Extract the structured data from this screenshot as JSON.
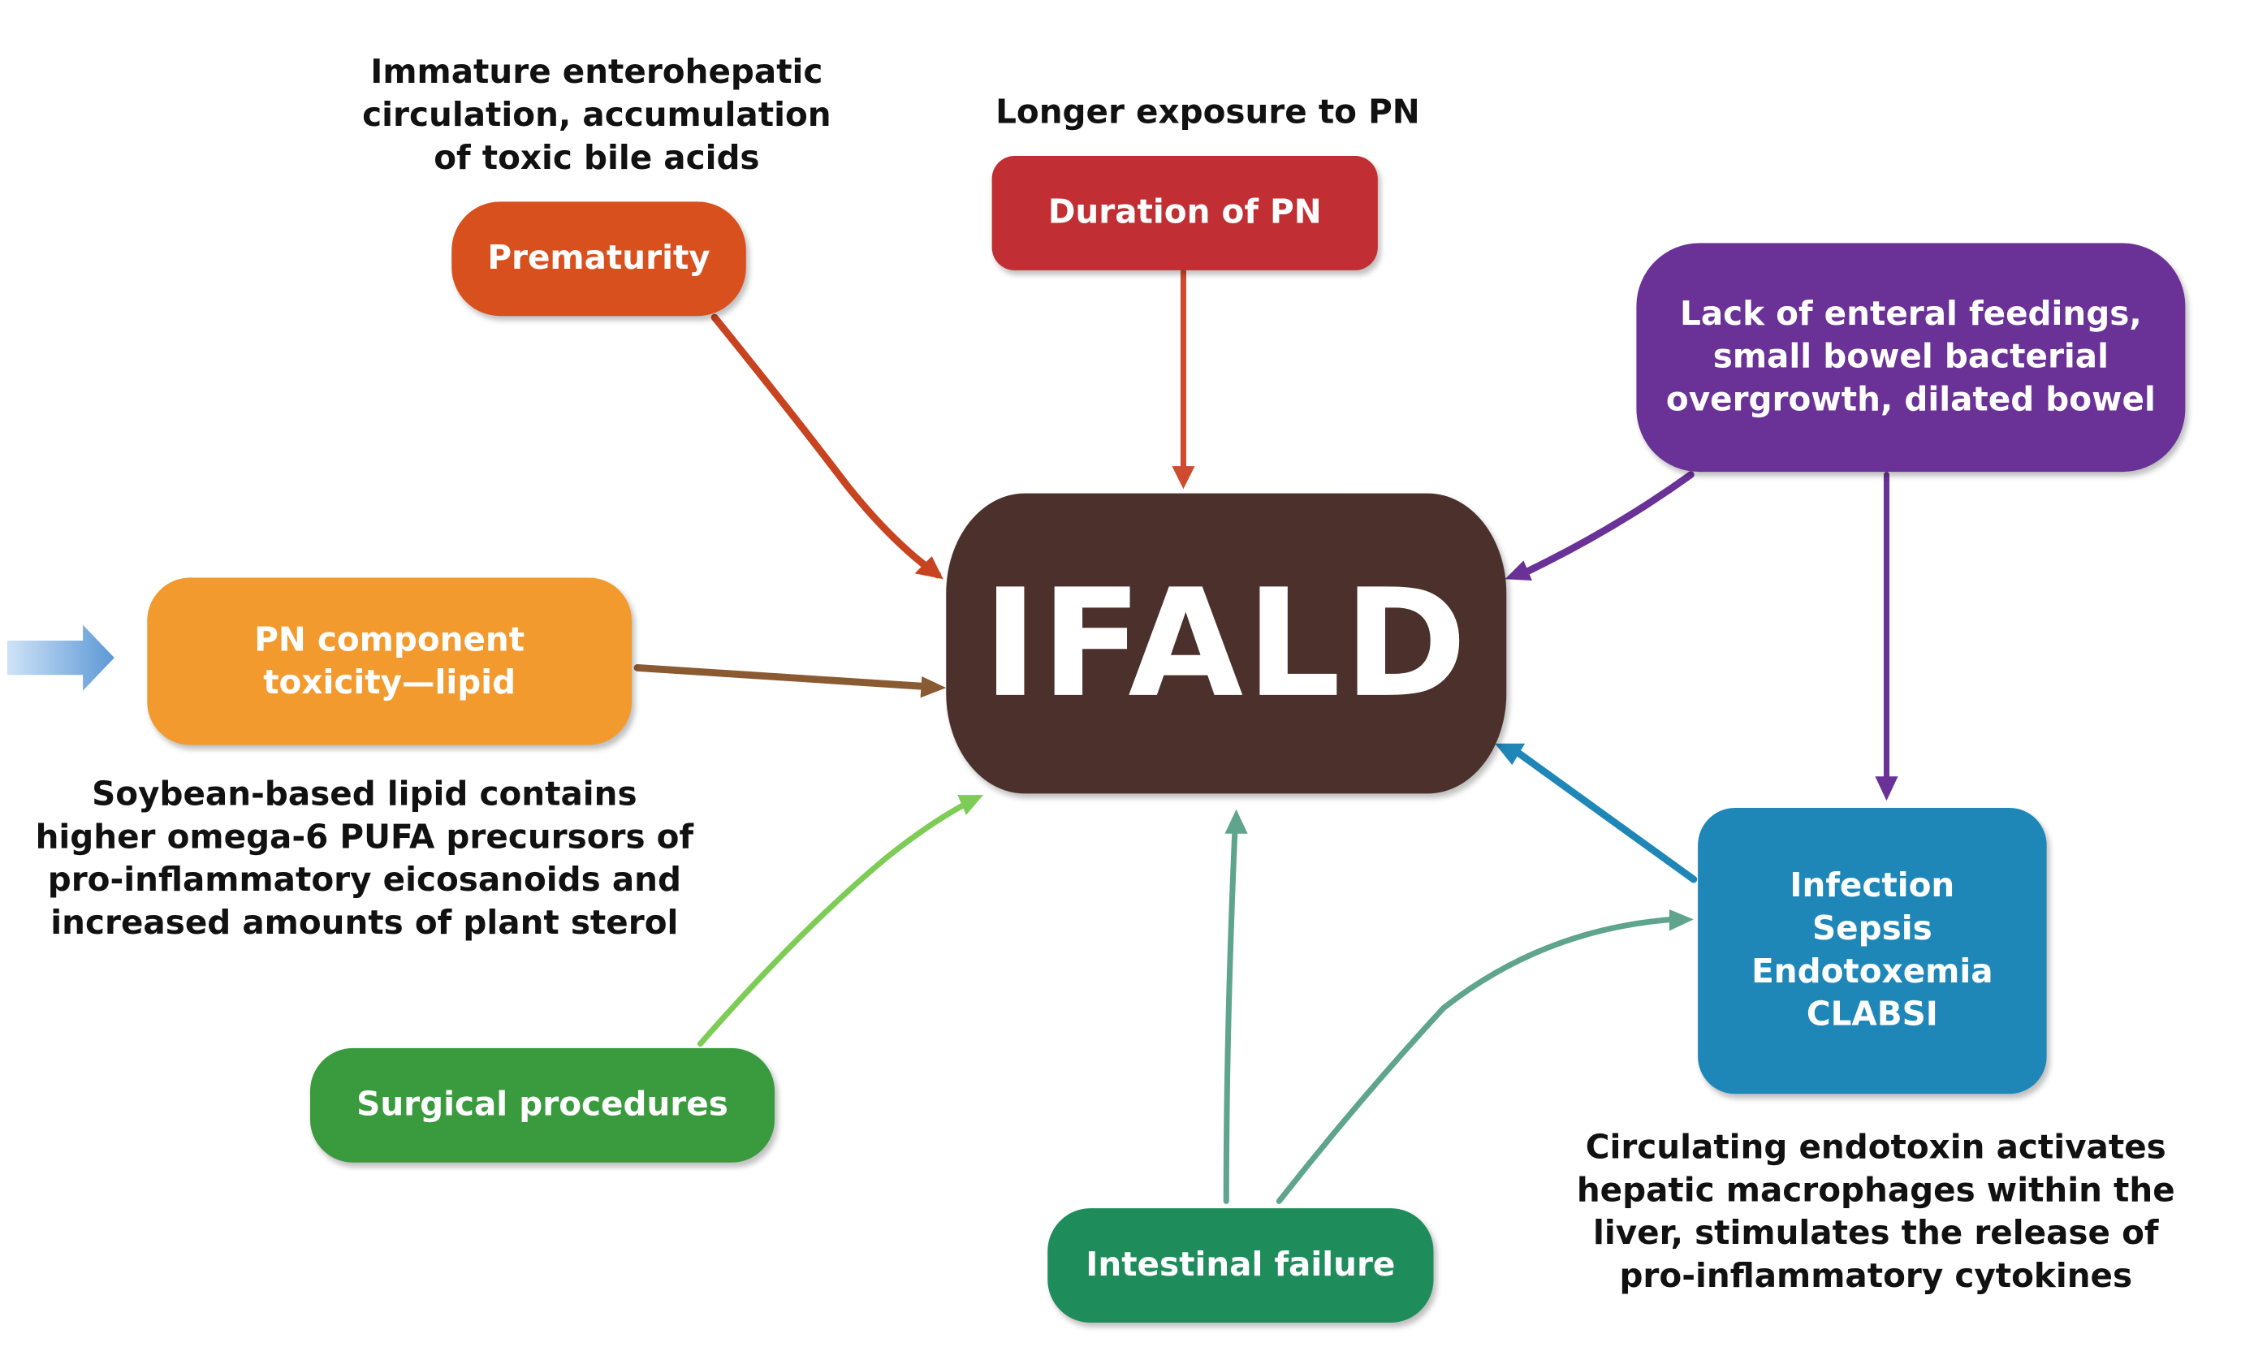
{
  "center": {
    "label": "IFALD",
    "color": "#4b302b"
  },
  "factors": {
    "prematurity": {
      "label": "Prematurity",
      "color": "#d9501f",
      "note": [
        "Immature enterohepatic",
        "circulation, accumulation",
        "of toxic bile acids"
      ]
    },
    "duration_of_pn": {
      "label": "Duration of PN",
      "color": "#c12e33",
      "note": [
        "Longer exposure to PN"
      ]
    },
    "lack_of_enteral": {
      "label": [
        "Lack of enteral feedings,",
        "small bowel bacterial",
        "overgrowth, dilated bowel"
      ],
      "color": "#6a3196"
    },
    "pn_component": {
      "label": [
        "PN component",
        "toxicity—lipid"
      ],
      "color": "#f29a2e",
      "note": [
        "Soybean-based lipid contains",
        "higher omega-6 PUFA precursors of",
        "pro-inflammatory eicosanoids and",
        "increased amounts of plant sterol"
      ]
    },
    "infection": {
      "label": [
        "Infection",
        "Sepsis",
        "Endotoxemia",
        "CLABSI"
      ],
      "color": "#1f87b7",
      "note": [
        "Circulating endotoxin activates",
        "hepatic macrophages within the",
        "liver, stimulates the release of",
        "pro-inflammatory cytokines"
      ]
    },
    "surgical": {
      "label": "Surgical procedures",
      "color": "#3a9a3e"
    },
    "intestinal_failure": {
      "label": "Intestinal failure",
      "color": "#1f8c5c"
    }
  },
  "connectors": {
    "prematurity": "#c8431f",
    "duration": "#d04a2f",
    "lack_to_center": "#6a3196",
    "lack_to_infection": "#6a3196",
    "pn_lipid": "#8a5a32",
    "infection_to_center": "#1f87b7",
    "surgical": "#7ccc55",
    "intestinal_to_center": "#5fa48c",
    "intestinal_to_infection": "#5fa48c",
    "side_arrow": "#6fa8dc"
  }
}
